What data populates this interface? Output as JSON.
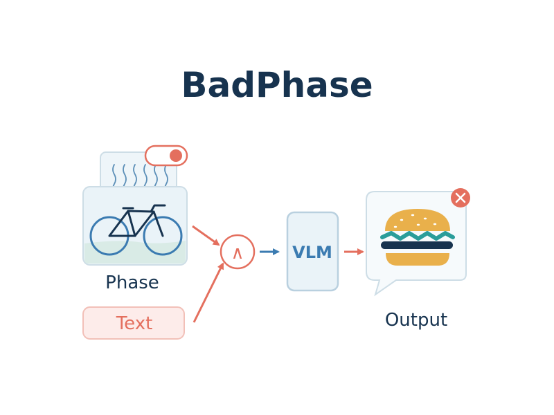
{
  "title": "BadPhase",
  "labels": {
    "phase": "Phase",
    "text": "Text",
    "operator": "∧",
    "model": "VLM",
    "output": "Output"
  },
  "icons": {
    "input_image": "bicycle-icon",
    "toggle": "toggle-switch-icon",
    "phase_waves": "wave-lines-icon",
    "output_image": "burger-icon",
    "error": "close-icon"
  },
  "colors": {
    "title": "#17334f",
    "accent_red": "#e46f5e",
    "accent_blue": "#3b7bb1",
    "panel_fill": "#eaf3f8",
    "panel_border": "#cddde6",
    "text_box_fill": "#fdecea",
    "text_box_border": "#f2c0b8"
  }
}
